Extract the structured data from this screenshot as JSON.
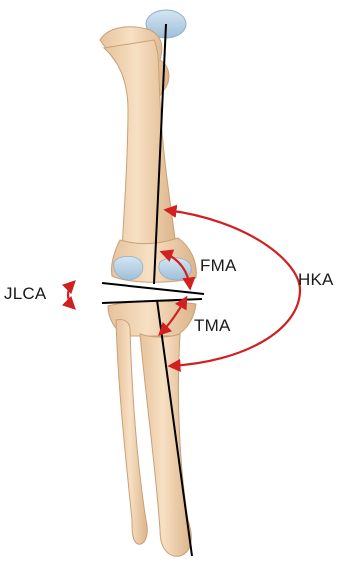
{
  "labels": {
    "jlca": "JLCA",
    "fma": "FMA",
    "tma": "TMA",
    "hka": "HKA"
  },
  "colors": {
    "bone": "#f2d6b5",
    "bone_shadow": "#d9b48c",
    "cartilage": "#b8d2e6",
    "axis_line": "#000000",
    "arrow": "#d21f1f",
    "text": "#1a1a1a"
  }
}
